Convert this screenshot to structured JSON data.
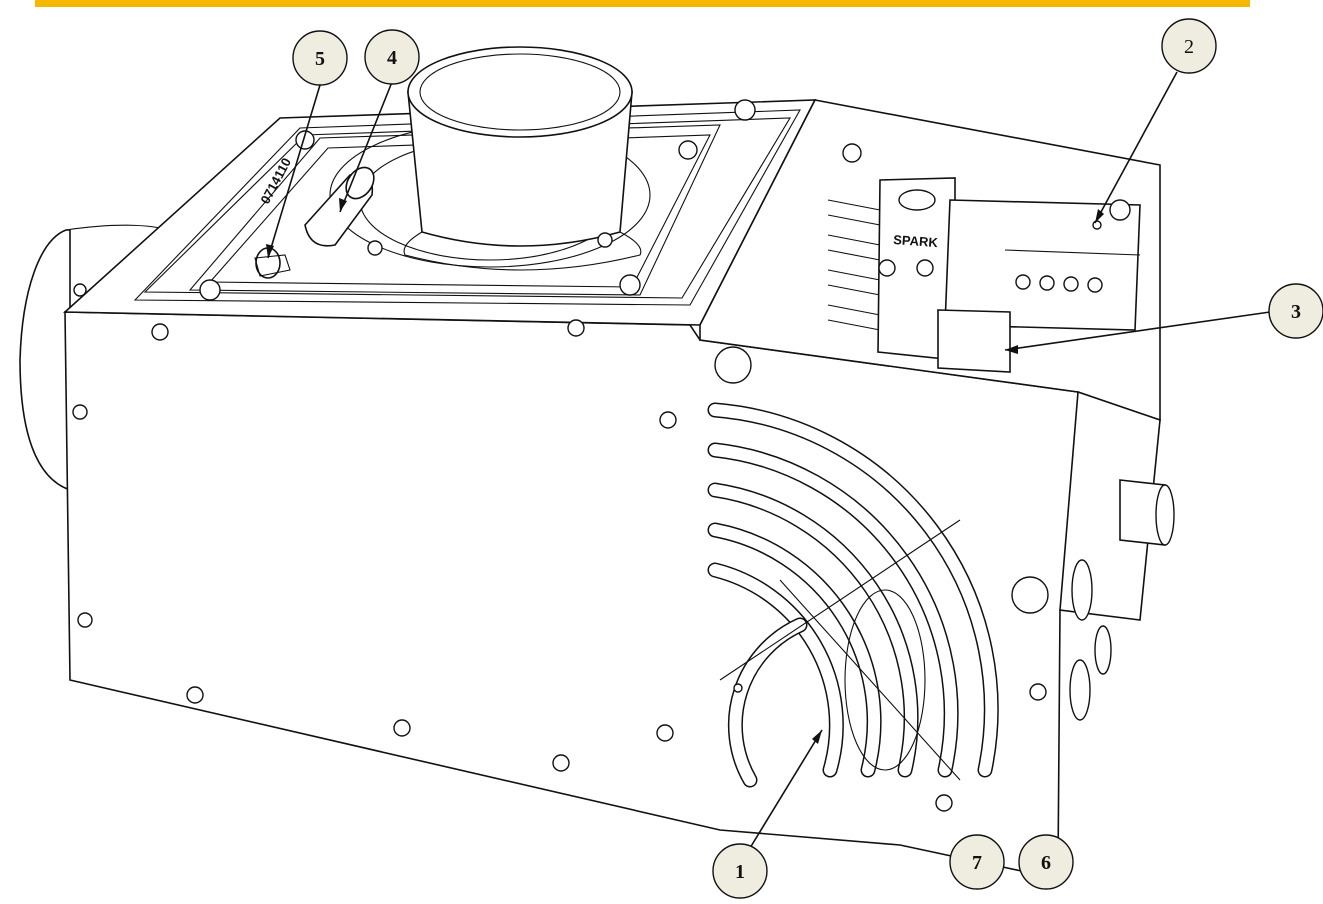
{
  "header": {
    "accent_color": "#f5b800"
  },
  "drawing": {
    "plate_marking": "0714110",
    "spark_label": "SPARK"
  },
  "callouts": [
    {
      "id": "1",
      "label": "1",
      "bold": true
    },
    {
      "id": "2",
      "label": "2",
      "bold": false
    },
    {
      "id": "3",
      "label": "3",
      "bold": true
    },
    {
      "id": "4",
      "label": "4",
      "bold": true
    },
    {
      "id": "5",
      "label": "5",
      "bold": true
    },
    {
      "id": "6",
      "label": "6",
      "bold": true
    },
    {
      "id": "7",
      "label": "7",
      "bold": true
    }
  ],
  "colors": {
    "bubble_fill": "#efece0",
    "line": "#111111"
  }
}
